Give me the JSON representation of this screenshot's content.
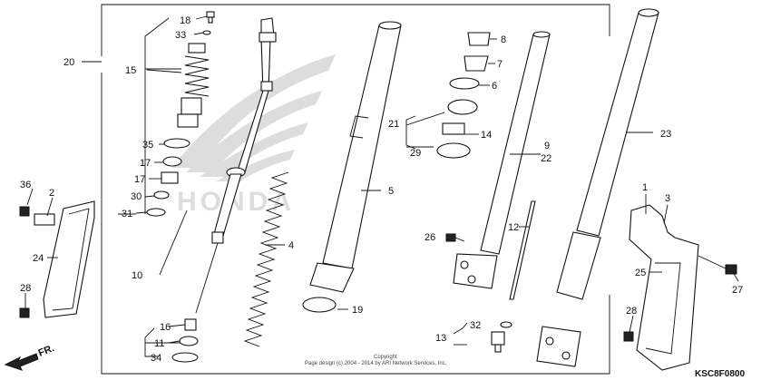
{
  "labels": {
    "p1": "1",
    "p2": "2",
    "p3": "3",
    "p4": "4",
    "p5": "5",
    "p6": "6",
    "p7": "7",
    "p8": "8",
    "p9": "9",
    "p10": "10",
    "p11": "11",
    "p12": "12",
    "p13": "13",
    "p14": "14",
    "p15": "15",
    "p16": "16",
    "p17a": "17",
    "p17b": "17",
    "p18": "18",
    "p19": "19",
    "p20": "20",
    "p21": "21",
    "p22": "22",
    "p23": "23",
    "p24": "24",
    "p25": "25",
    "p26": "26",
    "p27": "27",
    "p28a": "28",
    "p28b": "28",
    "p29": "29",
    "p30": "30",
    "p31": "31",
    "p32": "32",
    "p33": "33",
    "p34": "34",
    "p35": "35",
    "p36": "36"
  },
  "copyright": {
    "line1": "Copyright",
    "line2": "Page design (c) 2004 - 2014 by ARI Network Services, Inc."
  },
  "diagram_code": "KSC8F0800",
  "front_marker": "FR.",
  "watermark_text": "HONDA",
  "colors": {
    "line": "#111111",
    "watermark": "#c8c8c8",
    "background": "#ffffff"
  }
}
